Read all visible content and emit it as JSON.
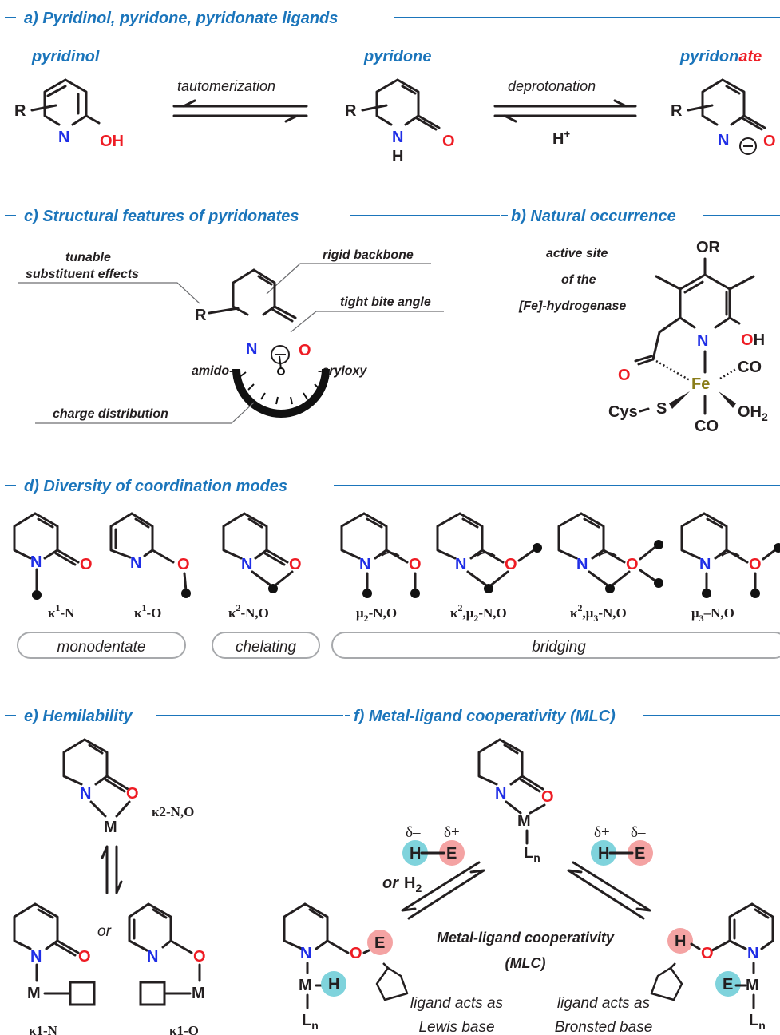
{
  "sections": {
    "a": "a) Pyridinol, pyridone, pyridonate ligands",
    "b": "b) Natural occurrence",
    "c": "c) Structural features of pyridonates",
    "d": "d) Diversity of coordination modes",
    "e": "e) Hemilability",
    "f": "f) Metal-ligand cooperativity (MLC)"
  },
  "section_a": {
    "pyridinol": "pyridinol",
    "pyridone": "pyridone",
    "pyridonate_stem": "pyridon",
    "pyridonate_suffix": "ate",
    "tautomerization": "tautomerization",
    "deprotonation": "deprotonation",
    "proton": "H",
    "proton_sup": "+"
  },
  "section_b": {
    "line1": "active site",
    "line2": "of the",
    "line3": "[Fe]-hydrogenase"
  },
  "section_c": {
    "tunable_1": "tunable",
    "tunable_2": "substituent effects",
    "rigid": "rigid backbone",
    "bite": "tight bite angle",
    "amido": "amido-",
    "aryloxy": "-aryloxy",
    "charge": "charge distribution"
  },
  "section_d": {
    "modes": [
      {
        "k": "κ",
        "sup": "1",
        "rest": "-N"
      },
      {
        "k": "κ",
        "sup": "1",
        "rest": "-O"
      },
      {
        "k": "κ",
        "sup": "2",
        "rest": "-N,O"
      },
      {
        "k": "μ",
        "sub": "2",
        "rest": "-N,O"
      },
      {
        "k": "κ",
        "sup": "2",
        "mid": ",μ",
        "sub": "2",
        "rest": "-N,O"
      },
      {
        "k": "κ",
        "sup": "2",
        "mid": ",μ",
        "sub": "3",
        "rest": "-N,O"
      },
      {
        "k": "μ",
        "sub": "3",
        "rest": "–N,O"
      }
    ],
    "categories": [
      "monodentate",
      "chelating",
      "bridging"
    ]
  },
  "section_e": {
    "chelate_label": "κ2-N,O",
    "or": "or",
    "k1N": "κ1-N",
    "k1O": "κ1-O"
  },
  "section_f": {
    "delta_minus": "δ–",
    "delta_plus": "δ+",
    "or_h2": "or",
    "h2": "H",
    "title_1": "Metal-ligand cooperativity",
    "title_2": "(MLC)",
    "left_1": "ligand acts as",
    "left_2": "Lewis base",
    "right_1": "ligand acts as",
    "right_2": "Bronsted base"
  },
  "colors": {
    "header_blue": "#1b75bb",
    "nitrogen": "#1f2ee6",
    "oxygen": "#ee1c24",
    "iron": "#8a7d1a",
    "hydride_bubble": "#7fd3dc",
    "element_bubble": "#f4a3a3"
  }
}
